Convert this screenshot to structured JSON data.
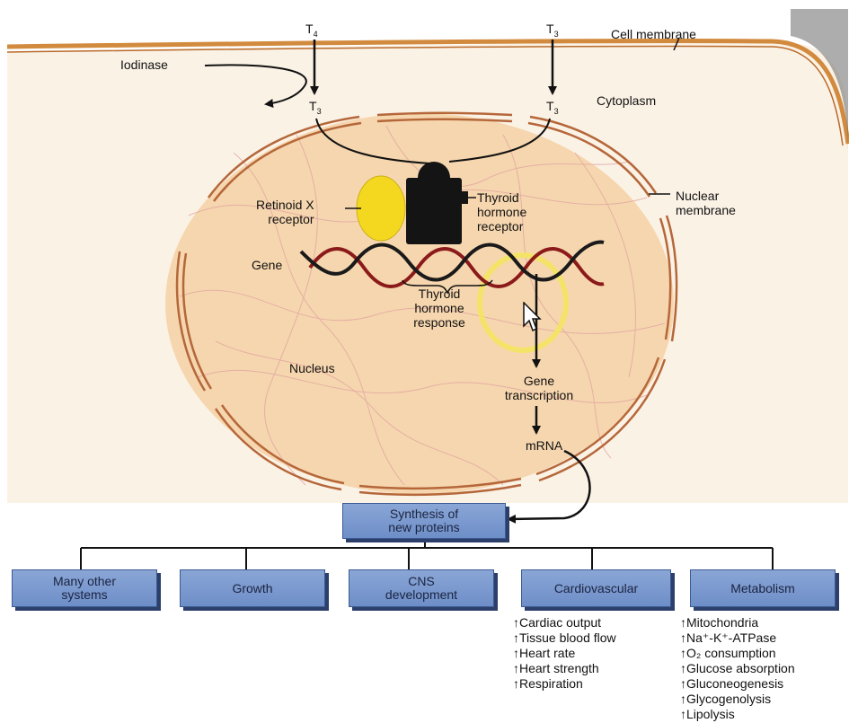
{
  "colors": {
    "nucleus_fill": "#f6d6ae",
    "nucleus_membrane": "#b5673a",
    "cell_membrane": "#d28b3e",
    "highlight_ring": "#f4e462",
    "rxr_fill": "#f4d81f",
    "thr_fill": "#141414",
    "dna_strand_a": "#8b1a1a",
    "dna_strand_b": "#1a1a1a",
    "box_fill": "#7f9fd4"
  },
  "top": {
    "t4_left": "T4",
    "t3_right_top": "T3",
    "t3_left_bottom": "T3",
    "t3_right_bottom": "T3",
    "iodinase": "Iodinase",
    "cell_membrane": "Cell membrane",
    "cytoplasm": "Cytoplasm"
  },
  "nucleus": {
    "retinoid_x_receptor": "Retinoid X\nreceptor",
    "thyroid_hormone_receptor": "Thyroid\nhormone\nreceptor",
    "nuclear_membrane": "Nuclear\nmembrane",
    "gene": "Gene",
    "thyroid_hormone_response": "Thyroid\nhormone\nresponse",
    "nucleus": "Nucleus",
    "gene_transcription": "Gene\ntranscription",
    "mrna": "mRNA"
  },
  "synthesis_box": "Synthesis of\nnew proteins",
  "effects": [
    {
      "label": "Many other\nsystems"
    },
    {
      "label": "Growth"
    },
    {
      "label": "CNS\ndevelopment"
    },
    {
      "label": "Cardiovascular"
    },
    {
      "label": "Metabolism"
    }
  ],
  "cardiovascular_list": [
    "↑Cardiac output",
    "↑Tissue blood flow",
    "↑Heart rate",
    "↑Heart strength",
    "↑Respiration"
  ],
  "metabolism_list": [
    "↑Mitochondria",
    "↑Na⁺-K⁺-ATPase",
    "↑O₂ consumption",
    "↑Glucose absorption",
    "↑Gluconeogenesis",
    "↑Glycogenolysis",
    "↑Lipolysis"
  ]
}
